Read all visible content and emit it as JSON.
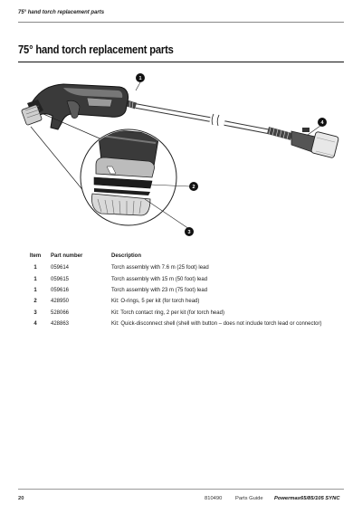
{
  "header": {
    "running_head": "75° hand torch replacement parts"
  },
  "title": "75° hand torch replacement parts",
  "figure": {
    "callouts": [
      "1",
      "2",
      "3",
      "4"
    ]
  },
  "table": {
    "headers": [
      "Item",
      "Part number",
      "Description"
    ],
    "rows": [
      {
        "item": "1",
        "part": "059614",
        "desc": "Torch assembly with 7.6 m (25 foot) lead"
      },
      {
        "item": "1",
        "part": "059615",
        "desc": "Torch assembly with 15 m (50 foot) lead"
      },
      {
        "item": "1",
        "part": "059616",
        "desc": "Torch assembly with 23 m (75 foot) lead"
      },
      {
        "item": "2",
        "part": "428950",
        "desc": "Kit: O-rings, 5 per kit (for torch head)"
      },
      {
        "item": "3",
        "part": "528066",
        "desc": "Kit: Torch contact ring, 2 per kit (for torch head)"
      },
      {
        "item": "4",
        "part": "428863",
        "desc": "Kit: Quick-disconnect shell (shell with button – does not include torch lead or connector)"
      }
    ]
  },
  "footer": {
    "page": "20",
    "doc_number": "810490",
    "guide": "Parts Guide",
    "product": "Powermax65/85/105 SYNC"
  }
}
